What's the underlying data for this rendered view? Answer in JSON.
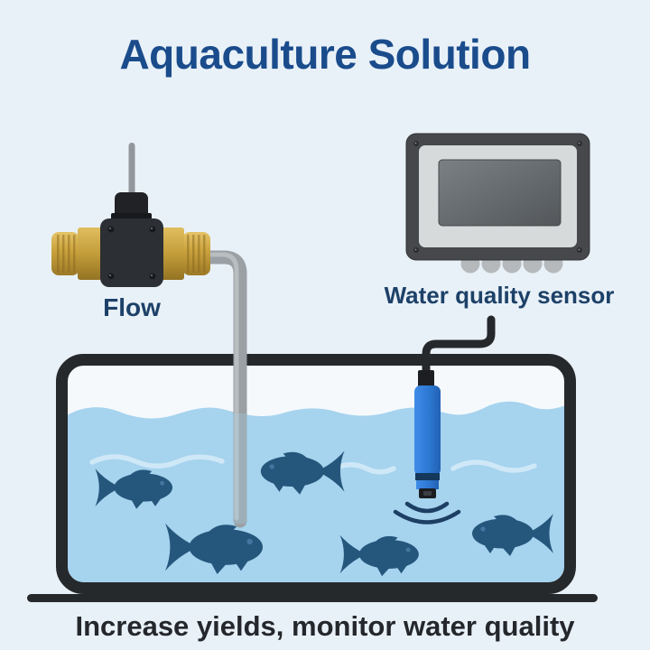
{
  "title": "Aquaculture Solution",
  "caption": "Increase yields, monitor water quality",
  "labels": {
    "flow": "Flow",
    "water_quality_sensor": "Water quality sensor"
  },
  "scene": {
    "components": [
      "flow-sensor",
      "water-quality-monitor",
      "sensor-probe",
      "fish-tank"
    ],
    "fish_count": 5,
    "signal_wave_count": 2
  },
  "palette": {
    "bg": "#e9f1f8",
    "title": "#1a4c8c",
    "label": "#1d4168",
    "caption": "#24272c",
    "water": "#a6d3ee",
    "waterAbove": "#f5f9fc",
    "waveHighlight": "#cfe8f7",
    "fish": "#25567c",
    "tank": "#26292c",
    "ground": "#26292c",
    "probe": "#2d78d2",
    "brass": "#c7a242",
    "device": "#2c2f33",
    "monitorFrame": "#46484b",
    "monitorPanel": "#d6dadb",
    "monitorScreen": "#64696d",
    "cable": "#26292c",
    "tube": "#9aa0a4",
    "signal": "#1c3f63"
  }
}
